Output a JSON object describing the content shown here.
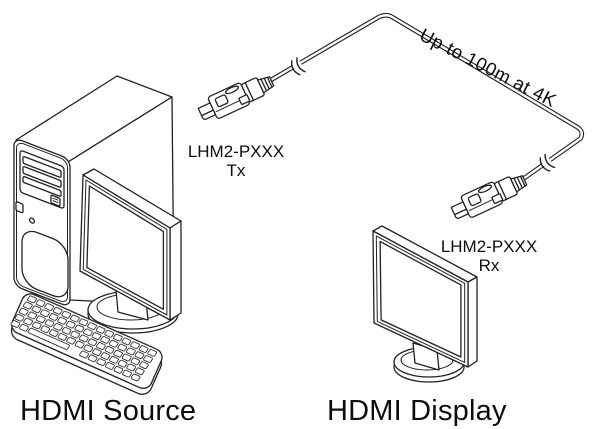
{
  "page": {
    "background_color": "#ffffff",
    "line_color": "#222222",
    "text_color": "#0d0d0d"
  },
  "cable": {
    "label": "Up to 100m at 4K"
  },
  "tx_unit": {
    "model": "LHM2-PXXX",
    "role": "Tx"
  },
  "rx_unit": {
    "model": "LHM2-PXXX",
    "role": "Rx"
  },
  "source": {
    "caption": "HDMI Source"
  },
  "display": {
    "caption": "HDMI Display"
  }
}
